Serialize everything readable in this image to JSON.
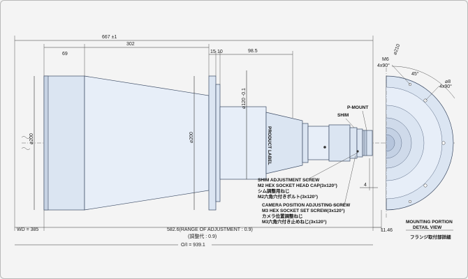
{
  "dimensions": {
    "overall_top": "667 ±1",
    "d69": "69",
    "d302": "302",
    "d15": "15",
    "d10": "10",
    "d98_5": "98.5",
    "dia200_left": "⌀200",
    "dia200_center": "⌀200",
    "dia120": "⌀120 -0.1",
    "wd": "WD = 385",
    "range_adjust": "582.6(RANGE OF ADJUSTMENT : 0.9)",
    "range_adjust_jp": "(調整代 : 0.9)",
    "oi": "O/I = 939.1",
    "d11_46": "11.46",
    "d4": "4",
    "m6": "M6",
    "m6_depth": "4x90°",
    "dia210": "⌀210",
    "angle45": "45°",
    "dia8": "⌀8",
    "dia8_depth": "4x90°"
  },
  "labels": {
    "product_label": "PRODUCT LABEL",
    "p_mount": "P-MOUNT",
    "shim": "SHIM",
    "shim_screw_1": "SHIM ADJUSTMENT SCREW",
    "shim_screw_2": "M2 HEX SOCKET HEAD CAP(3x120°)",
    "shim_screw_3": "シム調整用ねじ",
    "shim_screw_4": "M2六角穴付きボルト(3x120°)",
    "cam_screw_1": "CAMERA POSITION ADJUSTING SCREW",
    "cam_screw_2": "M3 HEX SOCKET SET SCREW(3x120°)",
    "cam_screw_3": "カメラ位置調整ねじ",
    "cam_screw_4": "M3六角穴付き止めねじ(3x120°)",
    "mount_detail_1": "MOUNTING PORTION",
    "mount_detail_2": "DETAIL VIEW",
    "mount_detail_3": "フランジ取付部詳細"
  }
}
